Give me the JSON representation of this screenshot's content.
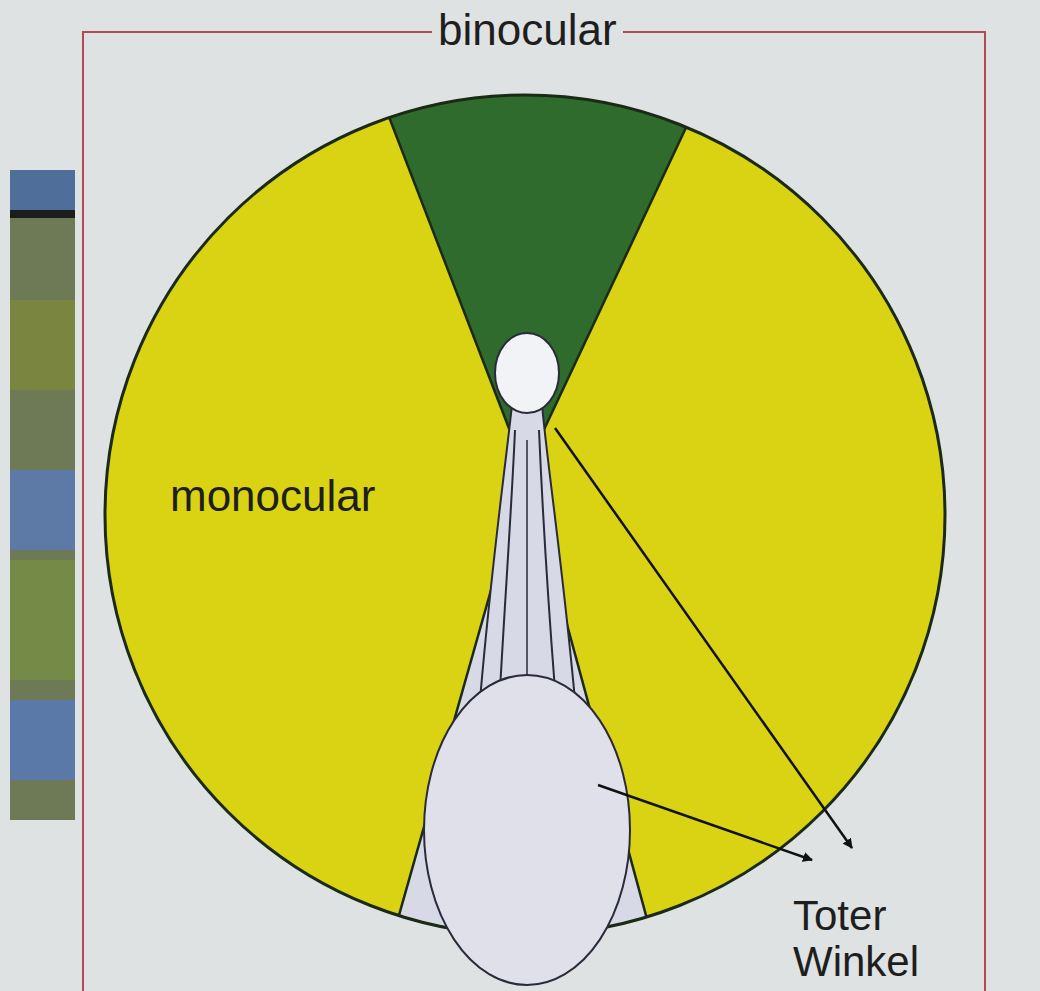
{
  "diagram": {
    "labels": [
      "binocular",
      "monocular",
      "Toter Winkel"
    ]
  }
}
